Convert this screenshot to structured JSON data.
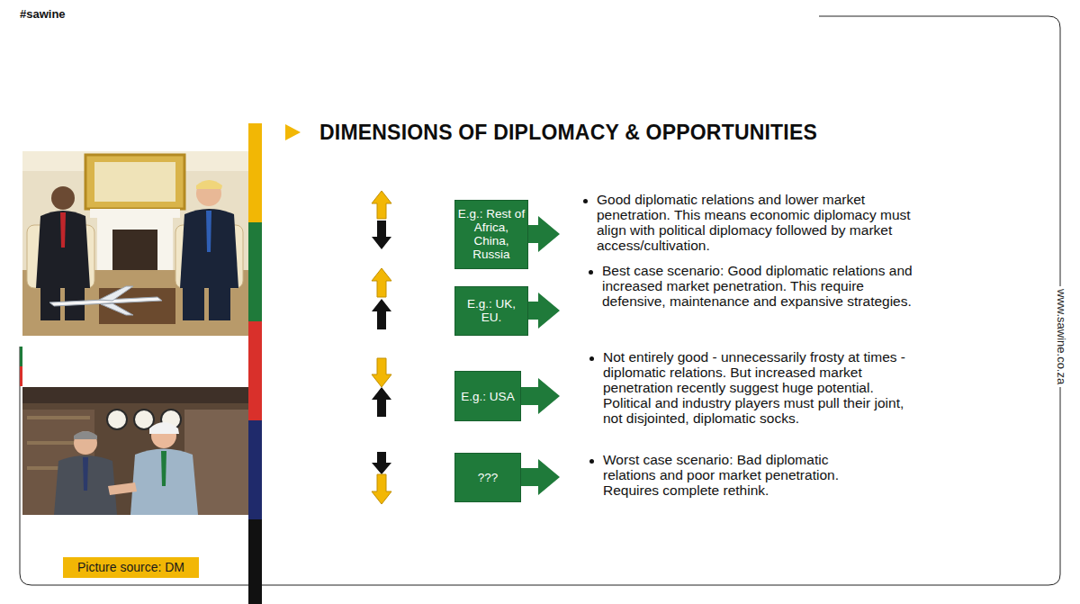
{
  "diagram": {
    "title": "DIMENSIONS OF DIPLOMACY & OPPORTUNITIES",
    "nodes": [
      {
        "text": [
          "E.g.: Rest of Africa, China, Russia"
        ]
      },
      {
        "text": [
          "E.g.: UK, EU."
        ]
      },
      {
        "text": [
          "E.g.: USA"
        ]
      },
      {
        "text": [
          "???"
        ]
      },
      {
        "text": [
          "Picture source: DM"
        ]
      }
    ],
    "labels": [
      "#sawine",
      "Good diplomatic relations and lower market penetration. This means economic diplomacy must align with political diplomacy followed by market access/cultivation.",
      "Best case scenario: Good diplomatic relations and increased market penetration. This require defensive, maintenance and expansive strategies.",
      "Not entirely good - unnecessarily frosty at times - diplomatic relations. But increased market penetration recently suggest huge potential. Political and industry players must pull their joint, not disjointed, diplomatic socks.",
      "Worst case scenario: Bad diplomatic relations and poor market penetration. Requires complete rethink.",
      "www.sawine.co.za"
    ]
  }
}
